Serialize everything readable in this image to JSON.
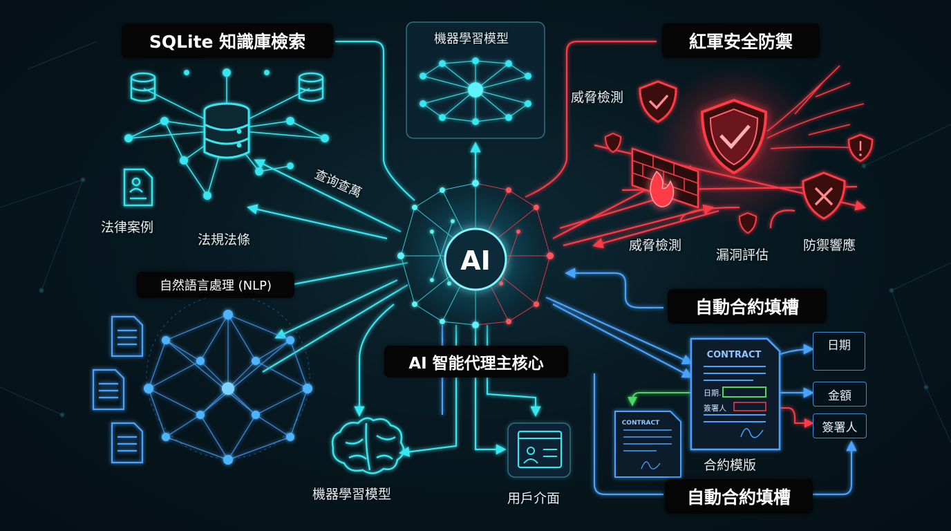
{
  "sections": {
    "sqlite_title": "SQLite 知識庫檢索",
    "ml_top_title": "機器學習模型",
    "redteam_title": "紅軍安全防禦",
    "nlp_title": "自然語言處理 (NLP)",
    "core_title": "AI 智能代理主核心",
    "contract_title_top": "自動合約填槽",
    "contract_title_bottom": "自動合約填槽"
  },
  "labels": {
    "legal_cases": "法律案例",
    "regulations": "法規法條",
    "query": "查询查萬",
    "threat_detect_top": "威脅檢測",
    "threat_detect_bottom": "威脅檢測",
    "vuln_assess": "漏洞評估",
    "defense_response": "防禦響應",
    "ml_bottom": "機器學習模型",
    "ui": "用戶介面",
    "contract_template": "合約模版",
    "ai_core": "AI"
  },
  "contract": {
    "heading": "CONTRACT",
    "small_heading": "CONTRACT",
    "date_field": "日期.",
    "signer_field": "簽署人"
  },
  "output_fields": [
    "日期",
    "金額",
    "簽署人"
  ],
  "colors": {
    "cyan": "#39e6f0",
    "red": "#ff3b47",
    "blue": "#4aa3ff",
    "green": "#4cd964"
  }
}
